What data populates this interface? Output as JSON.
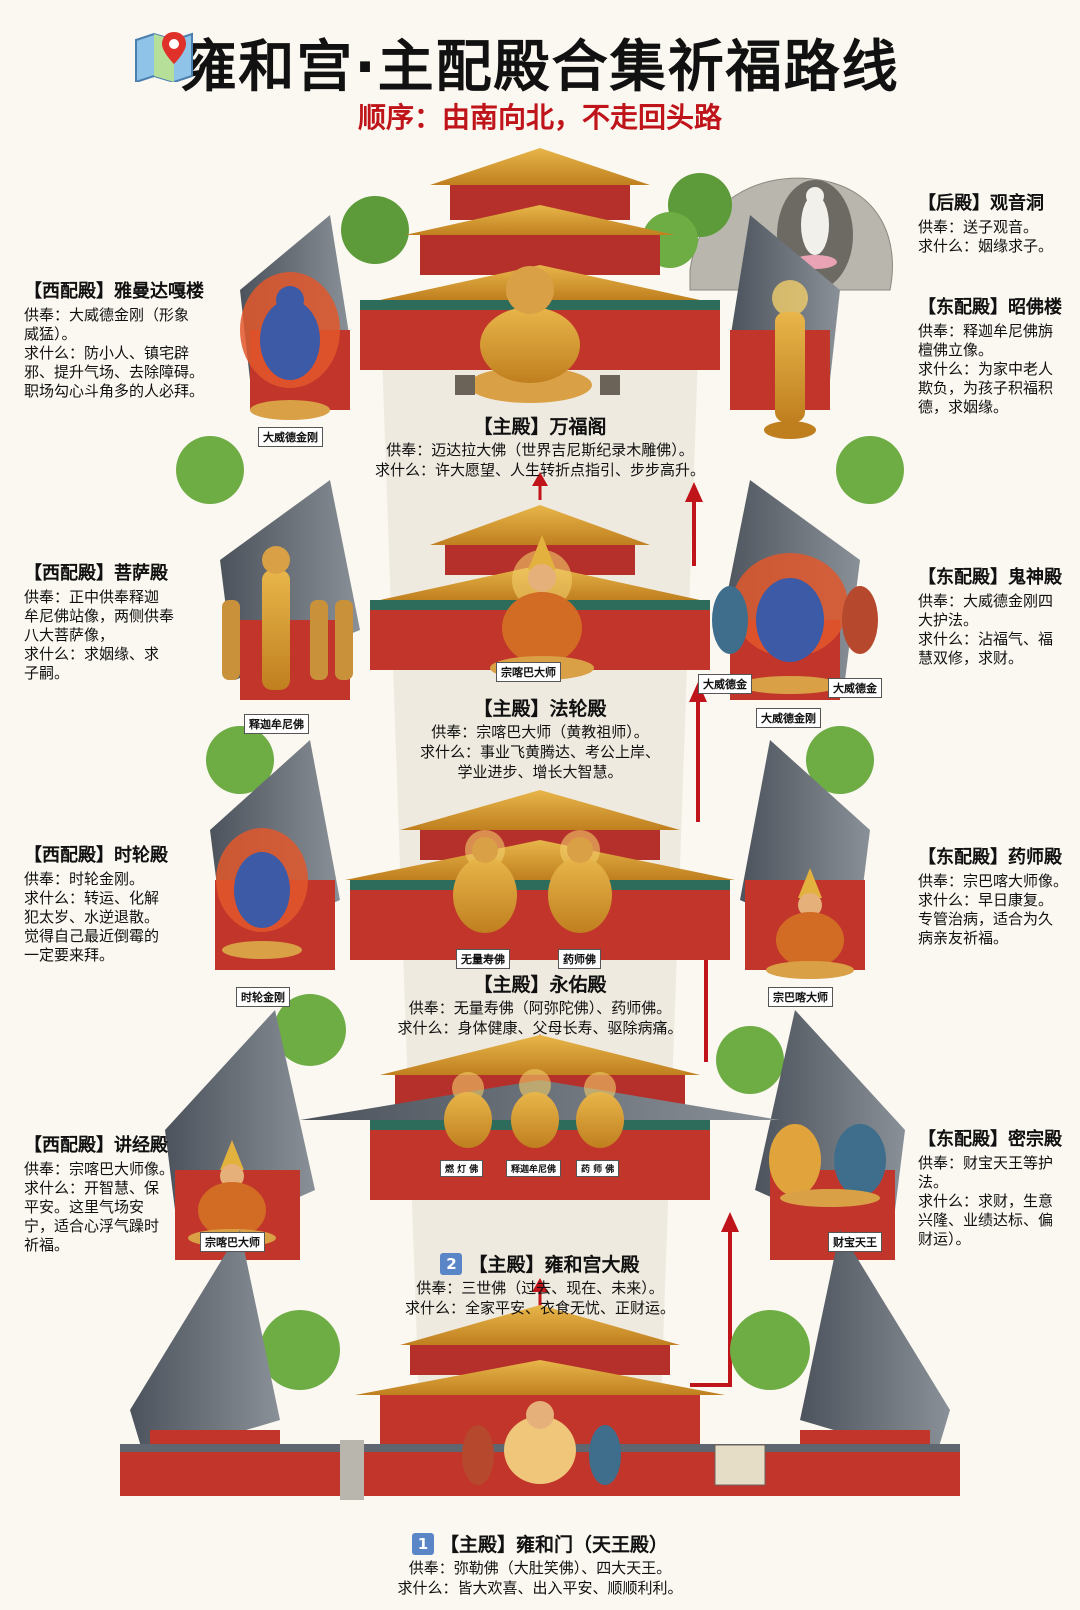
{
  "title": "雍和宫·主配殿合集祈福路线",
  "subtitle": "顺序：由南向北，不走回头路",
  "halls": {
    "rear": {
      "header": "【后殿】观音洞",
      "worship": "供奉：送子观音。",
      "pray": "求什么：姻缘求子。"
    },
    "main5": {
      "header": "【主殿】万福阁",
      "worship": "供奉：迈达拉大佛（世界吉尼斯纪录木雕佛）。",
      "pray": "求什么：许大愿望、人生转折点指引、步步高升。"
    },
    "main4": {
      "header": "【主殿】法轮殿",
      "worship": "供奉：宗喀巴大师（黄教祖师）。",
      "pray1": "求什么：事业飞黄腾达、考公上岸、",
      "pray2": "学业进步、增长大智慧。"
    },
    "main3": {
      "header": "【主殿】永佑殿",
      "worship": "供奉：无量寿佛（阿弥陀佛）、药师佛。",
      "pray": "求什么：身体健康、父母长寿、驱除病痛。"
    },
    "main2": {
      "num": "2",
      "header": "【主殿】雍和宫大殿",
      "worship": "供奉：三世佛（过去、现在、未来）。",
      "pray": "求什么：全家平安、衣食无忧、正财运。"
    },
    "main1": {
      "num": "1",
      "header": "【主殿】雍和门（天王殿）",
      "worship": "供奉：弥勒佛（大肚笑佛）、四大天王。",
      "pray": "求什么：皆大欢喜、出入平安、顺顺利利。"
    },
    "west1": {
      "header": "【西配殿】雅曼达嘎楼",
      "lines": [
        "供奉：大威德金刚（形象",
        "威猛）。",
        "求什么：防小人、镇宅辟",
        "邪、提升气场、去除障碍。",
        "职场勾心斗角多的人必拜。"
      ]
    },
    "west2": {
      "header": "【西配殿】菩萨殿",
      "lines": [
        "供奉：正中供奉释迦",
        "牟尼佛站像，两侧供奉",
        "八大菩萨像，",
        "求什么：求姻缘、求",
        "子嗣。"
      ]
    },
    "west3": {
      "header": "【西配殿】时轮殿",
      "lines": [
        "供奉：时轮金刚。",
        "求什么：转运、化解",
        "犯太岁、水逆退散。",
        "觉得自己最近倒霉的",
        "一定要来拜。"
      ]
    },
    "west4": {
      "header": "【西配殿】讲经殿",
      "lines": [
        "供奉：宗喀巴大师像。",
        "求什么：开智慧、保",
        "平安。这里气场安",
        "宁，适合心浮气躁时",
        "祈福。"
      ]
    },
    "east1": {
      "header": "【东配殿】昭佛楼",
      "lines": [
        "供奉：释迦牟尼佛旃",
        "檀佛立像。",
        "求什么：为家中老人",
        "欺负，为孩子积福积",
        "德，求姻缘。"
      ]
    },
    "east2": {
      "header": "【东配殿】鬼神殿",
      "lines": [
        "供奉：大威德金刚四",
        "大护法。",
        "求什么：沾福气、福",
        "慧双修，求财。"
      ]
    },
    "east3": {
      "header": "【东配殿】药师殿",
      "lines": [
        "供奉：宗巴喀大师像。",
        "求什么：早日康复。",
        "专管治病，适合为久",
        "病亲友祈福。"
      ]
    },
    "east4": {
      "header": "【东配殿】密宗殿",
      "lines": [
        "供奉：财宝天王等护",
        "法。",
        "求什么：求财，生意",
        "兴隆、业绩达标、偏",
        "财运）。"
      ]
    }
  },
  "statue_labels": {
    "daweide": "大威德金刚",
    "zongkaba_4": "宗喀巴大师",
    "shijia": "释迦牟尼佛",
    "daweide_a": "大威德金",
    "daweide_b": "大威德金",
    "daweide_c": "大威德金刚",
    "wuliangshou": "无量寿佛",
    "yaoshi": "药师佛",
    "shilun": "时轮金刚",
    "zongkaba_east3": "宗巴喀大师",
    "randeng": "燃 灯 佛",
    "shijia2": "释迦牟尼佛",
    "yaoshi2": "药 师 佛",
    "zongkaba_west4": "宗喀巴大师",
    "caibao": "财宝天王"
  },
  "colors": {
    "accent_red": "#c0141b",
    "roof_gold": "#d99a2b",
    "roof_gray": "#5f6670",
    "wall_red": "#c2352b",
    "tree_green": "#5d9b3a"
  }
}
